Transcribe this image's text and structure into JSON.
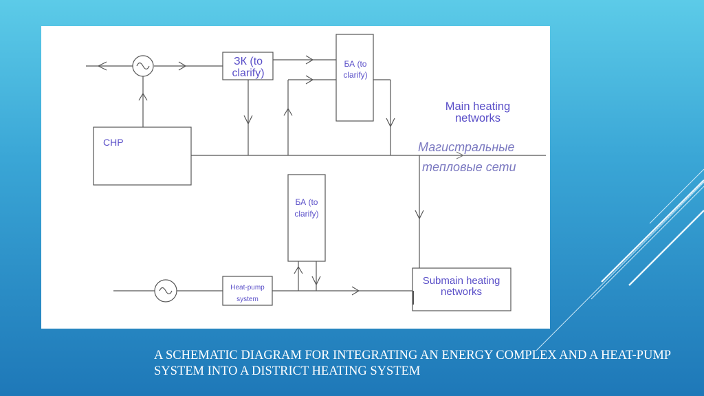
{
  "diagram": {
    "labels": {
      "zk": "ЗК (to clarify)",
      "ba_top": "БА (to clarify)",
      "main_heating": "Main heating networks",
      "chp": "CHP",
      "russian_line1": "Магистральные",
      "russian_line2": "тепловые сети",
      "ba_bottom": "БА (to clarify)",
      "heat_pump": "Heat-pump system",
      "submain_heating": "Submain heating networks"
    }
  },
  "caption": "A SCHEMATIC DIAGRAM FOR INTEGRATING AN ENERGY COMPLEX AND A HEAT-PUMP SYSTEM INTO A DISTRICT HEATING SYSTEM",
  "colors": {
    "label_blue": "#5a4fc8",
    "russian_text": "#7a78c0",
    "line": "#555555",
    "bg_top": "#5ccbe8",
    "bg_bottom": "#1e78b8"
  }
}
